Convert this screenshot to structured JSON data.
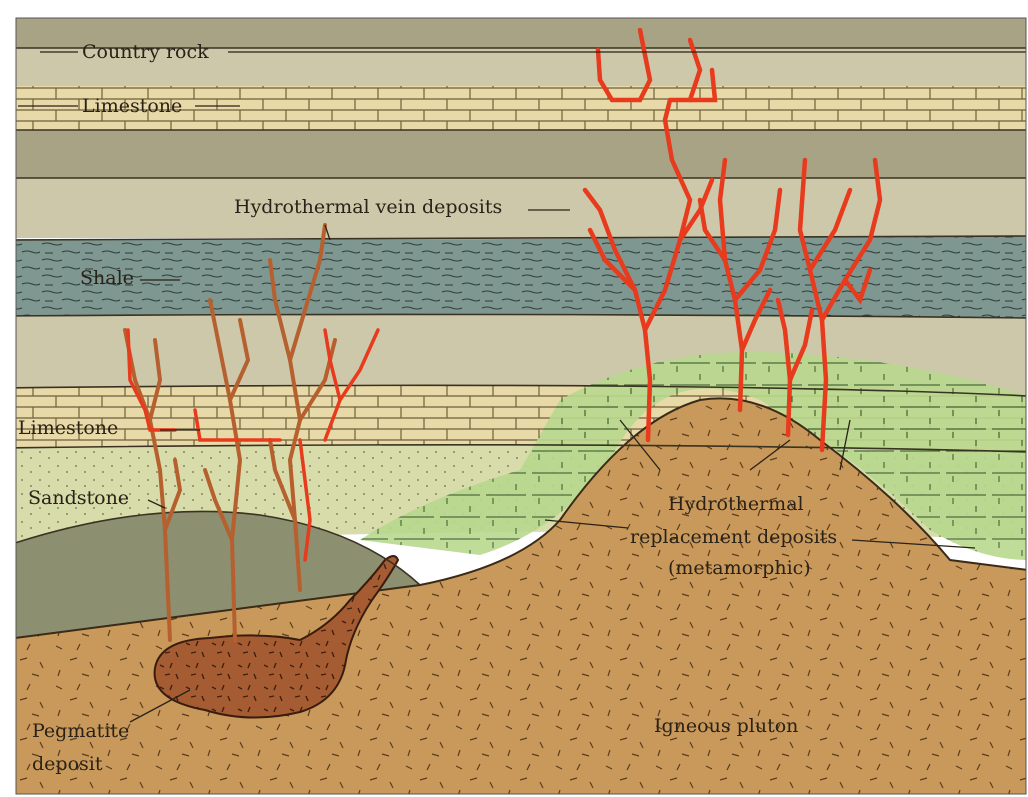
{
  "diagram": {
    "labels": {
      "country_rock": "Country rock",
      "limestone_top": "Limestone",
      "hydrothermal_vein": "Hydrothermal vein deposits",
      "shale": "Shale",
      "limestone_lower": "Limestone",
      "sandstone": "Sandstone",
      "replacement_line1": "Hydrothermal",
      "replacement_line2": "replacement deposits",
      "replacement_line3": "(metamorphic)",
      "pegmatite_line1": "Pegmatite",
      "pegmatite_line2": "deposit",
      "pluton": "Igneous pluton"
    },
    "colors": {
      "country_rock_dark": "#a9a386",
      "country_rock_light": "#cdc8aa",
      "limestone": "#e8d9a8",
      "shale": "#7f9791",
      "sandstone": "#d8dcaa",
      "green_zone": "#a8d07e",
      "dark_green_layer": "#8c8f70",
      "pluton": "#c8995a",
      "pegmatite": "#a65c33",
      "vein": "#e83a1c",
      "vein_old": "#b5602e"
    }
  }
}
